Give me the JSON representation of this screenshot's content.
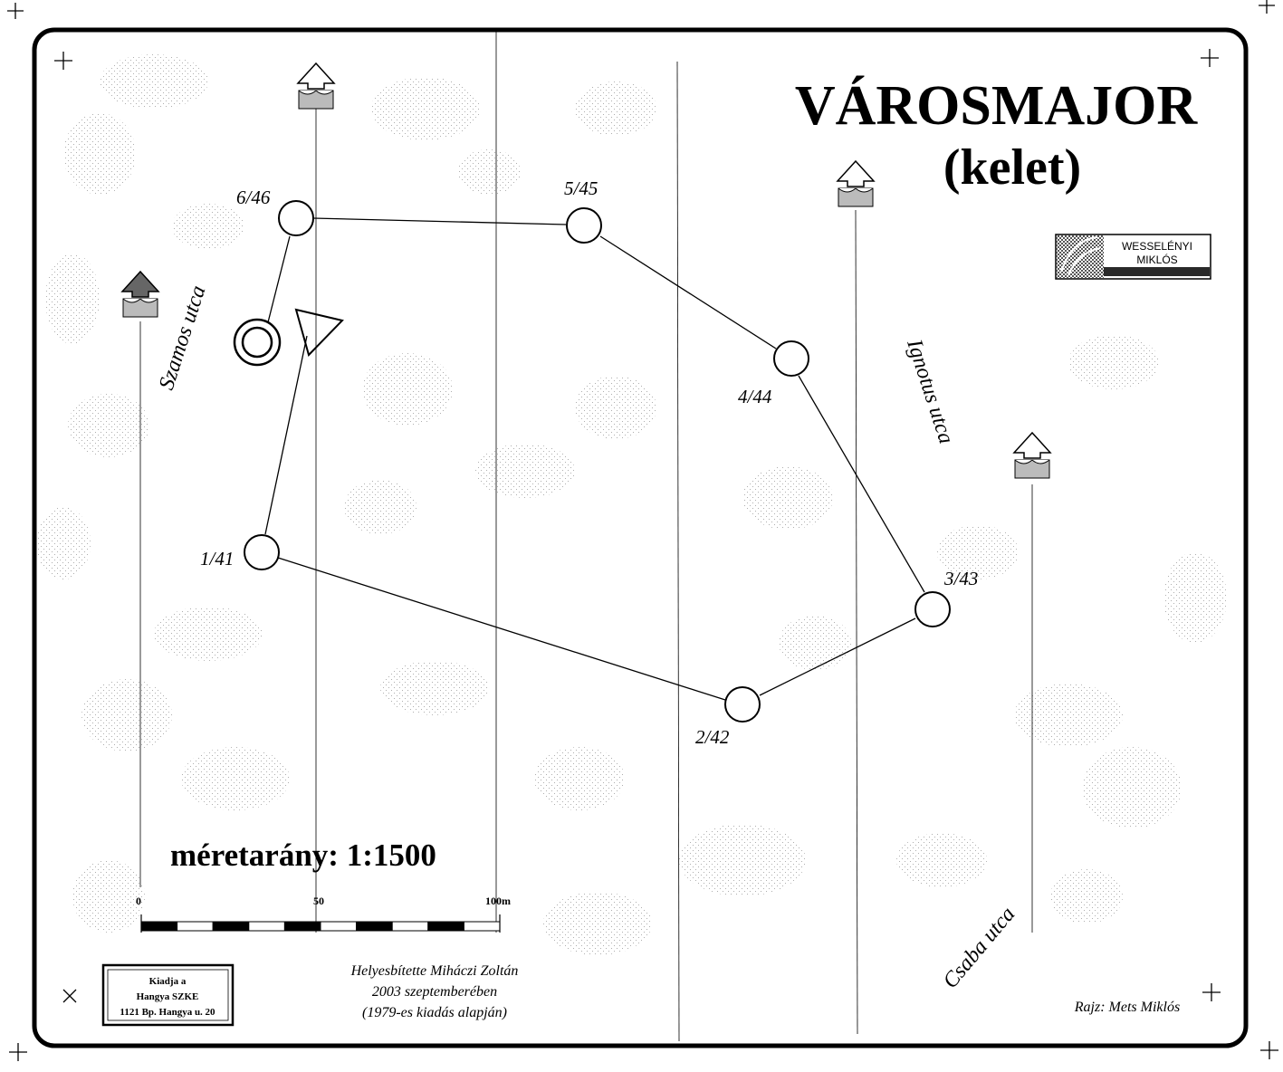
{
  "map": {
    "title": "VÁROSMAJOR",
    "subtitle": "(kelet)",
    "logo": {
      "line1": "WESSELÉNYI",
      "line2": "MIKLÓS"
    },
    "scale_text": "méretarány: 1:1500",
    "scale_bar": {
      "label_0": "0",
      "label_50": "50",
      "label_100": "100m"
    },
    "streets": {
      "szamos": "Szamos utca",
      "ignotus": "Ignotus utca",
      "csaba": "Csaba utca"
    },
    "controls": [
      {
        "label": "1/41"
      },
      {
        "label": "2/42"
      },
      {
        "label": "3/43"
      },
      {
        "label": "4/44"
      },
      {
        "label": "5/45"
      },
      {
        "label": "6/46"
      }
    ],
    "credits": {
      "line1": "Helyesbítette Miháczi Zoltán",
      "line2": "2003 szeptemberében",
      "line3": "(1979-es kiadás alapján)"
    },
    "drawing": "Rajz: Mets Miklós",
    "publisher": {
      "line1": "Kiadja a",
      "line2": "Hangya SZKE",
      "line3": "1121 Bp. Hangya u. 20"
    }
  },
  "colors": {
    "ink": "#000000",
    "paper": "#ffffff",
    "speckle": "#b8b8b8",
    "logo_bg": "#2a2a2a"
  }
}
